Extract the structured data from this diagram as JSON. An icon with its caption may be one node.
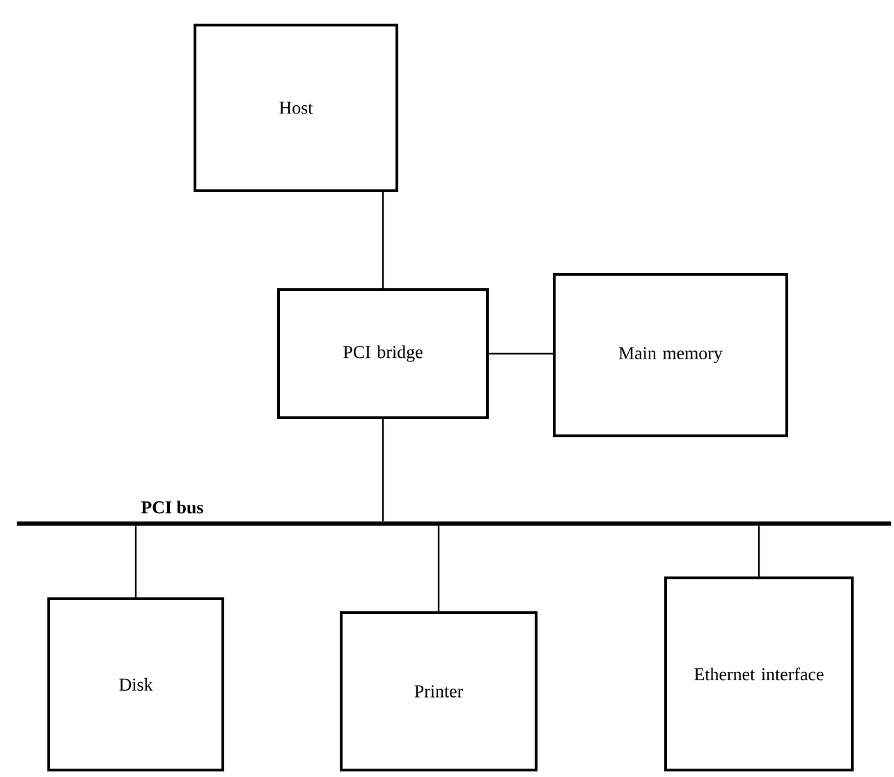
{
  "diagram": {
    "nodes": [
      {
        "text": [
          "Host"
        ]
      },
      {
        "text": [
          "PCI bridge"
        ]
      },
      {
        "text": [
          "Main memory"
        ]
      },
      {
        "text": [
          "PCI bus"
        ]
      },
      {
        "text": [
          "Disk"
        ]
      },
      {
        "text": [
          "Printer"
        ]
      },
      {
        "text": [
          "Ethernet interface"
        ]
      }
    ],
    "edges": [
      {
        "from": 0,
        "to": 1,
        "arrow": "none"
      },
      {
        "from": 1,
        "to": 2,
        "arrow": "none"
      },
      {
        "from": 1,
        "to": 3,
        "arrow": "none"
      },
      {
        "from": 3,
        "to": 4,
        "arrow": "none"
      },
      {
        "from": 3,
        "to": 5,
        "arrow": "none"
      },
      {
        "from": 3,
        "to": 6,
        "arrow": "none"
      }
    ]
  }
}
